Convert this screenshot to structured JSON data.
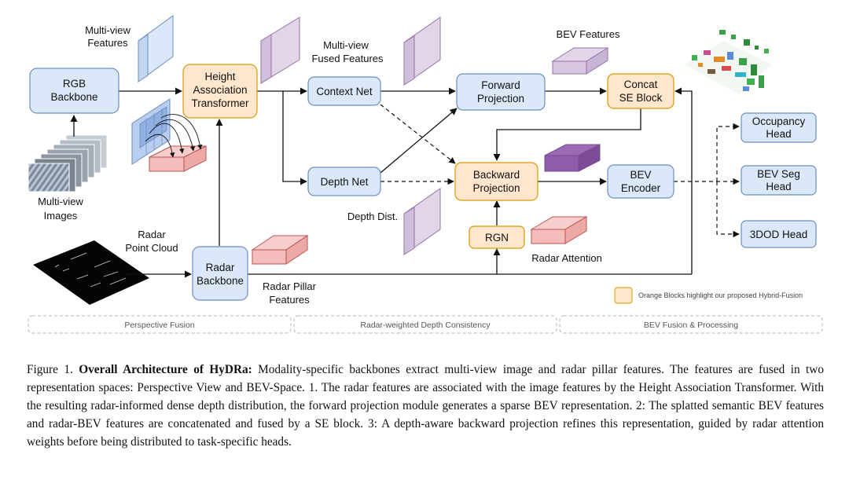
{
  "diagram": {
    "labels": {
      "multiview_features": [
        "Multi-view",
        "Features"
      ],
      "multiview_fused": [
        "Multi-view",
        "Fused Features"
      ],
      "bev_features": "BEV Features",
      "multiview_images": [
        "Multi-view",
        "Images"
      ],
      "radar_point_cloud": [
        "Radar",
        "Point Cloud"
      ],
      "radar_pillar_features": [
        "Radar Pillar",
        "Features"
      ],
      "depth_dist": "Depth Dist.",
      "radar_attention": "Radar Attention"
    },
    "boxes": {
      "rgb_backbone": [
        "RGB",
        "Backbone"
      ],
      "hat": [
        "Height",
        "Association",
        "Transformer"
      ],
      "context_net": "Context Net",
      "depth_net": "Depth Net",
      "forward_projection": [
        "Forward",
        "Projection"
      ],
      "backward_projection": [
        "Backward",
        "Projection"
      ],
      "concat_se": [
        "Concat",
        "SE Block"
      ],
      "bev_encoder": [
        "BEV",
        "Encoder"
      ],
      "rgn": "RGN",
      "radar_backbone": [
        "Radar",
        "Backbone"
      ],
      "occupancy_head": [
        "Occupancy",
        "Head"
      ],
      "bev_seg_head": [
        "BEV Seg",
        "Head"
      ],
      "det_head": "3DOD Head"
    },
    "legend": "Orange Blocks highlight our proposed Hybrid-Fusion",
    "stages": [
      "Perspective Fusion",
      "Radar-weighted Depth Consistency",
      "BEV Fusion & Processing"
    ],
    "colors": {
      "blue_fill": "#dbe8f9",
      "blue_stroke": "#6c8ebf",
      "orange_fill": "#ffe6cc",
      "orange_stroke": "#d79b00",
      "purple_feature": "#e1d5e7",
      "dark_purple": "#8e5ca8",
      "red_feature": "#f8cecc"
    }
  },
  "caption": {
    "prefix": "Figure 1. ",
    "bold": "Overall Architecture of HyDRa:",
    "text": " Modality-specific backbones extract multi-view image and radar pillar features. The features are fused in two representation spaces: Perspective View and BEV-Space. 1. The radar features are associated with the image features by the Height Association Transformer. With the resulting radar-informed dense depth distribution, the forward projection module generates a sparse BEV representation. 2: The splatted semantic BEV features and radar-BEV features are concatenated and fused by a SE block. 3: A depth-aware backward projection refines this representation, guided by radar attention weights before being distributed to task-specific heads."
  }
}
